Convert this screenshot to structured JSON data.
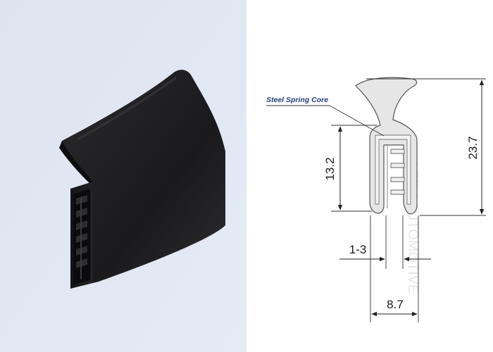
{
  "product_render": {
    "background_color": "#dfe6f2",
    "profile_color": "#1c1c1e"
  },
  "drawing": {
    "callout_label": "Steel Spring Core",
    "dimensions": {
      "height_total": "23.7",
      "height_grip": "13.2",
      "flange_range": "1-3",
      "width": "8.7"
    },
    "watermark": "LETU AUTOMOTIVE",
    "colors": {
      "callout": "#1f3f7a",
      "profile_fill": "#e8e8e8",
      "line": "#333333"
    }
  }
}
